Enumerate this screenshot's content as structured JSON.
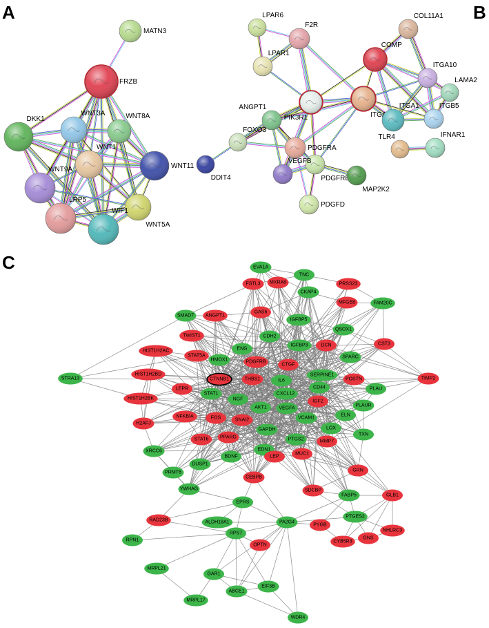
{
  "panels": [
    {
      "id": "A",
      "letter": "A"
    },
    {
      "id": "B",
      "letter": "B"
    },
    {
      "id": "C",
      "letter": "C"
    }
  ],
  "colors": {
    "green": "#3db54a",
    "red": "#e8353d",
    "edge": "#7a7a7a",
    "string_edges": [
      "#6fc4e8",
      "#d34fd6",
      "#2f2f2f",
      "#c9d93f",
      "#4b5bd6",
      "#5aa85a"
    ]
  },
  "network_a": {
    "nodes": [
      {
        "id": "MATN3",
        "label": "MATN3",
        "color": "#b5d98c"
      },
      {
        "id": "FRZB",
        "label": "FRZB",
        "color": "#e04050"
      },
      {
        "id": "DKK1",
        "label": "DKK1",
        "color": "#5fb35a"
      },
      {
        "id": "WNT3A",
        "label": "WNT3A",
        "color": "#8fc5e6"
      },
      {
        "id": "WNT8A",
        "label": "WNT8A",
        "color": "#86c98b"
      },
      {
        "id": "WNT1",
        "label": "WNT1",
        "color": "#e6c6a0"
      },
      {
        "id": "WNT11",
        "label": "WNT11",
        "color": "#3d4ea8"
      },
      {
        "id": "WNT9A",
        "label": "WNT9A",
        "color": "#a48ad6"
      },
      {
        "id": "LRP5",
        "label": "LRP5",
        "color": "#e39a9a"
      },
      {
        "id": "WNT5A",
        "label": "WNT5A",
        "color": "#cfd36a"
      },
      {
        "id": "WIF1",
        "label": "WIF1",
        "color": "#4fb7b8"
      }
    ]
  },
  "network_b": {
    "nodes": [
      {
        "id": "LPAR6",
        "label": "LPAR6",
        "color": "#c9df9a"
      },
      {
        "id": "F2R",
        "label": "F2R",
        "color": "#e2a2a8"
      },
      {
        "id": "LPAR1",
        "label": "LPAR1",
        "color": "#e7e2b0"
      },
      {
        "id": "COL11A1",
        "label": "COL11A1",
        "color": "#d8b49a"
      },
      {
        "id": "COMP",
        "label": "COMP",
        "color": "#e0404e"
      },
      {
        "id": "ITGA10",
        "label": "ITGA10",
        "color": "#c7aee0"
      },
      {
        "id": "LAMA2",
        "label": "LAMA2",
        "color": "#9fd6b8"
      },
      {
        "id": "PIK3R1",
        "label": "PIK3R1",
        "color": "#e6eeea"
      },
      {
        "id": "ITGAV",
        "label": "ITGAV",
        "color": "#e6b08a"
      },
      {
        "id": "ANGPT1",
        "label": "ANGPT1",
        "color": "#7bc28a"
      },
      {
        "id": "ITGA1",
        "label": "ITGA1",
        "color": "#58b9be"
      },
      {
        "id": "ITGB5",
        "label": "ITGB5",
        "color": "#a8d2ee"
      },
      {
        "id": "FOXO3",
        "label": "FOXO3",
        "color": "#c9dfb8"
      },
      {
        "id": "TLR4",
        "label": "TLR4",
        "color": "#e2b98a"
      },
      {
        "id": "IFNAR1",
        "label": "IFNAR1",
        "color": "#9fdcc0"
      },
      {
        "id": "PDGFRA",
        "label": "PDGFRA",
        "color": "#e6a898"
      },
      {
        "id": "DDIT4",
        "label": "DDIT4",
        "color": "#3440a0"
      },
      {
        "id": "PDGFRB",
        "label": "PDGFRB",
        "color": "#c6e3a8"
      },
      {
        "id": "MAP2K2",
        "label": "MAP2K2",
        "color": "#4f9a4a"
      },
      {
        "id": "VEGFB",
        "label": "VEGFB",
        "color": "#8e78c8"
      },
      {
        "id": "PDGFD",
        "label": "PDGFD",
        "color": "#cfe6a8"
      }
    ]
  },
  "network_c": {
    "nodes": [
      {
        "id": "EVA1A",
        "label": "EVA1A",
        "color": "green"
      },
      {
        "id": "TNC",
        "label": "TNC",
        "color": "green"
      },
      {
        "id": "FSTL3",
        "label": "FSTL3",
        "color": "red"
      },
      {
        "id": "MXRA8",
        "label": "MXRA8",
        "color": "red"
      },
      {
        "id": "PRSS23",
        "label": "PRSS23",
        "color": "red"
      },
      {
        "id": "CKAP4",
        "label": "CKAP4",
        "color": "green"
      },
      {
        "id": "MFGE8",
        "label": "MFGE8",
        "color": "red"
      },
      {
        "id": "FAM20C",
        "label": "FAM20C",
        "color": "green"
      },
      {
        "id": "SMAD7",
        "label": "SMAD7",
        "color": "green"
      },
      {
        "id": "ANGPT1",
        "label": "ANGPT1",
        "color": "red"
      },
      {
        "id": "GAS6",
        "label": "GAS6",
        "color": "red"
      },
      {
        "id": "IGFBP5",
        "label": "IGFBP5",
        "color": "green"
      },
      {
        "id": "QSOX1",
        "label": "QSOX1",
        "color": "green"
      },
      {
        "id": "TWIST1",
        "label": "TWIST1",
        "color": "red"
      },
      {
        "id": "CDH2",
        "label": "CDH2",
        "color": "green"
      },
      {
        "id": "CST3",
        "label": "CST3",
        "color": "red"
      },
      {
        "id": "ENG",
        "label": "ENG",
        "color": "green"
      },
      {
        "id": "IGFBP3",
        "label": "IGFBP3",
        "color": "green"
      },
      {
        "id": "DCN",
        "label": "DCN",
        "color": "red"
      },
      {
        "id": "HIST1H2AC",
        "label": "HIST1H2AC",
        "color": "red"
      },
      {
        "id": "STAT5A",
        "label": "STAT5A",
        "color": "red"
      },
      {
        "id": "HMOX1",
        "label": "HMOX1",
        "color": "green"
      },
      {
        "id": "SPARC",
        "label": "SPARC",
        "color": "green"
      },
      {
        "id": "PDGFRB",
        "label": "PDGFRB",
        "color": "red"
      },
      {
        "id": "CTGF",
        "label": "CTGF",
        "color": "red"
      },
      {
        "id": "HIST1H2BD",
        "label": "HIST1H2BD",
        "color": "red"
      },
      {
        "id": "CTNNB1",
        "label": "CTNNB1",
        "color": "red",
        "highlight": true
      },
      {
        "id": "THBS1",
        "label": "THBS1",
        "color": "red"
      },
      {
        "id": "IL6",
        "label": "IL6",
        "color": "green"
      },
      {
        "id": "SERPINE1",
        "label": "SERPINE1",
        "color": "green"
      },
      {
        "id": "POSTN",
        "label": "POSTN",
        "color": "red"
      },
      {
        "id": "TIMP2",
        "label": "TIMP2",
        "color": "red"
      },
      {
        "id": "STRA13",
        "label": "STRA13",
        "color": "green"
      },
      {
        "id": "LEPR",
        "label": "LEPR",
        "color": "red"
      },
      {
        "id": "STAT1",
        "label": "STAT1",
        "color": "green"
      },
      {
        "id": "CD44",
        "label": "CD44",
        "color": "green"
      },
      {
        "id": "PLAU",
        "label": "PLAU",
        "color": "green"
      },
      {
        "id": "HIST1H2BK",
        "label": "HIST1H2BK",
        "color": "red"
      },
      {
        "id": "NGF",
        "label": "NGF",
        "color": "green"
      },
      {
        "id": "CXCL12",
        "label": "CXCL12",
        "color": "green"
      },
      {
        "id": "IGF2",
        "label": "IGF2",
        "color": "red"
      },
      {
        "id": "PLAUR",
        "label": "PLAUR",
        "color": "green"
      },
      {
        "id": "AKT1",
        "label": "AKT1",
        "color": "green"
      },
      {
        "id": "VEGFA",
        "label": "VEGFA",
        "color": "green"
      },
      {
        "id": "ELN",
        "label": "ELN",
        "color": "green"
      },
      {
        "id": "H2AFJ",
        "label": "H2AFJ",
        "color": "red"
      },
      {
        "id": "NFKBIA",
        "label": "NFKBIA",
        "color": "red"
      },
      {
        "id": "FOS",
        "label": "FOS",
        "color": "red"
      },
      {
        "id": "SNAI2",
        "label": "SNAI2",
        "color": "red"
      },
      {
        "id": "VCAM1",
        "label": "VCAM1",
        "color": "green"
      },
      {
        "id": "LOX",
        "label": "LOX",
        "color": "green"
      },
      {
        "id": "GAPDH",
        "label": "GAPDH",
        "color": "green"
      },
      {
        "id": "TXN",
        "label": "TXN",
        "color": "green"
      },
      {
        "id": "STAT6",
        "label": "STAT6",
        "color": "red"
      },
      {
        "id": "PPARG",
        "label": "PPARG",
        "color": "red"
      },
      {
        "id": "PTGS2",
        "label": "PTGS2",
        "color": "green"
      },
      {
        "id": "MMP7",
        "label": "MMP7",
        "color": "red"
      },
      {
        "id": "XRCC6",
        "label": "XRCC6",
        "color": "green"
      },
      {
        "id": "EDN1",
        "label": "EDN1",
        "color": "green"
      },
      {
        "id": "DUSP1",
        "label": "DUSP1",
        "color": "green"
      },
      {
        "id": "BDNF",
        "label": "BDNF",
        "color": "green"
      },
      {
        "id": "LEP",
        "label": "LEP",
        "color": "red"
      },
      {
        "id": "MUC1",
        "label": "MUC1",
        "color": "red"
      },
      {
        "id": "PRMT6",
        "label": "PRMT6",
        "color": "green"
      },
      {
        "id": "GRN",
        "label": "GRN",
        "color": "red"
      },
      {
        "id": "CEBPB",
        "label": "CEBPB",
        "color": "red"
      },
      {
        "id": "YWHAG",
        "label": "YWHAG",
        "color": "green"
      },
      {
        "id": "SDCBP",
        "label": "SDCBP",
        "color": "red"
      },
      {
        "id": "FABP5",
        "label": "FABP5",
        "color": "green"
      },
      {
        "id": "GLB1",
        "label": "GLB1",
        "color": "red"
      },
      {
        "id": "EPRS",
        "label": "EPRS",
        "color": "green"
      },
      {
        "id": "RAD23B",
        "label": "RAD23B",
        "color": "red"
      },
      {
        "id": "ALDH18A1",
        "label": "ALDH18A1",
        "color": "green"
      },
      {
        "id": "PA2G4",
        "label": "PA2G4",
        "color": "green"
      },
      {
        "id": "PYGB",
        "label": "PYGB",
        "color": "red"
      },
      {
        "id": "PTGES2",
        "label": "PTGES2",
        "color": "green"
      },
      {
        "id": "NHLRC3",
        "label": "NHLRC3",
        "color": "red"
      },
      {
        "id": "RPS7",
        "label": "RPS7",
        "color": "green"
      },
      {
        "id": "OPTN",
        "label": "OPTN",
        "color": "red"
      },
      {
        "id": "RPN1",
        "label": "RPN1",
        "color": "green"
      },
      {
        "id": "CYB5R3",
        "label": "CYB5R3",
        "color": "red"
      },
      {
        "id": "GNS",
        "label": "GNS",
        "color": "red"
      },
      {
        "id": "MRPL21",
        "label": "MRPL21",
        "color": "green"
      },
      {
        "id": "GAR1",
        "label": "GAR1",
        "color": "green"
      },
      {
        "id": "EIF3B",
        "label": "EIF3B",
        "color": "green"
      },
      {
        "id": "ABCE1",
        "label": "ABCE1",
        "color": "green"
      },
      {
        "id": "MRPL17",
        "label": "MRPL17",
        "color": "green"
      },
      {
        "id": "WDR4",
        "label": "WDR4",
        "color": "green"
      }
    ]
  }
}
